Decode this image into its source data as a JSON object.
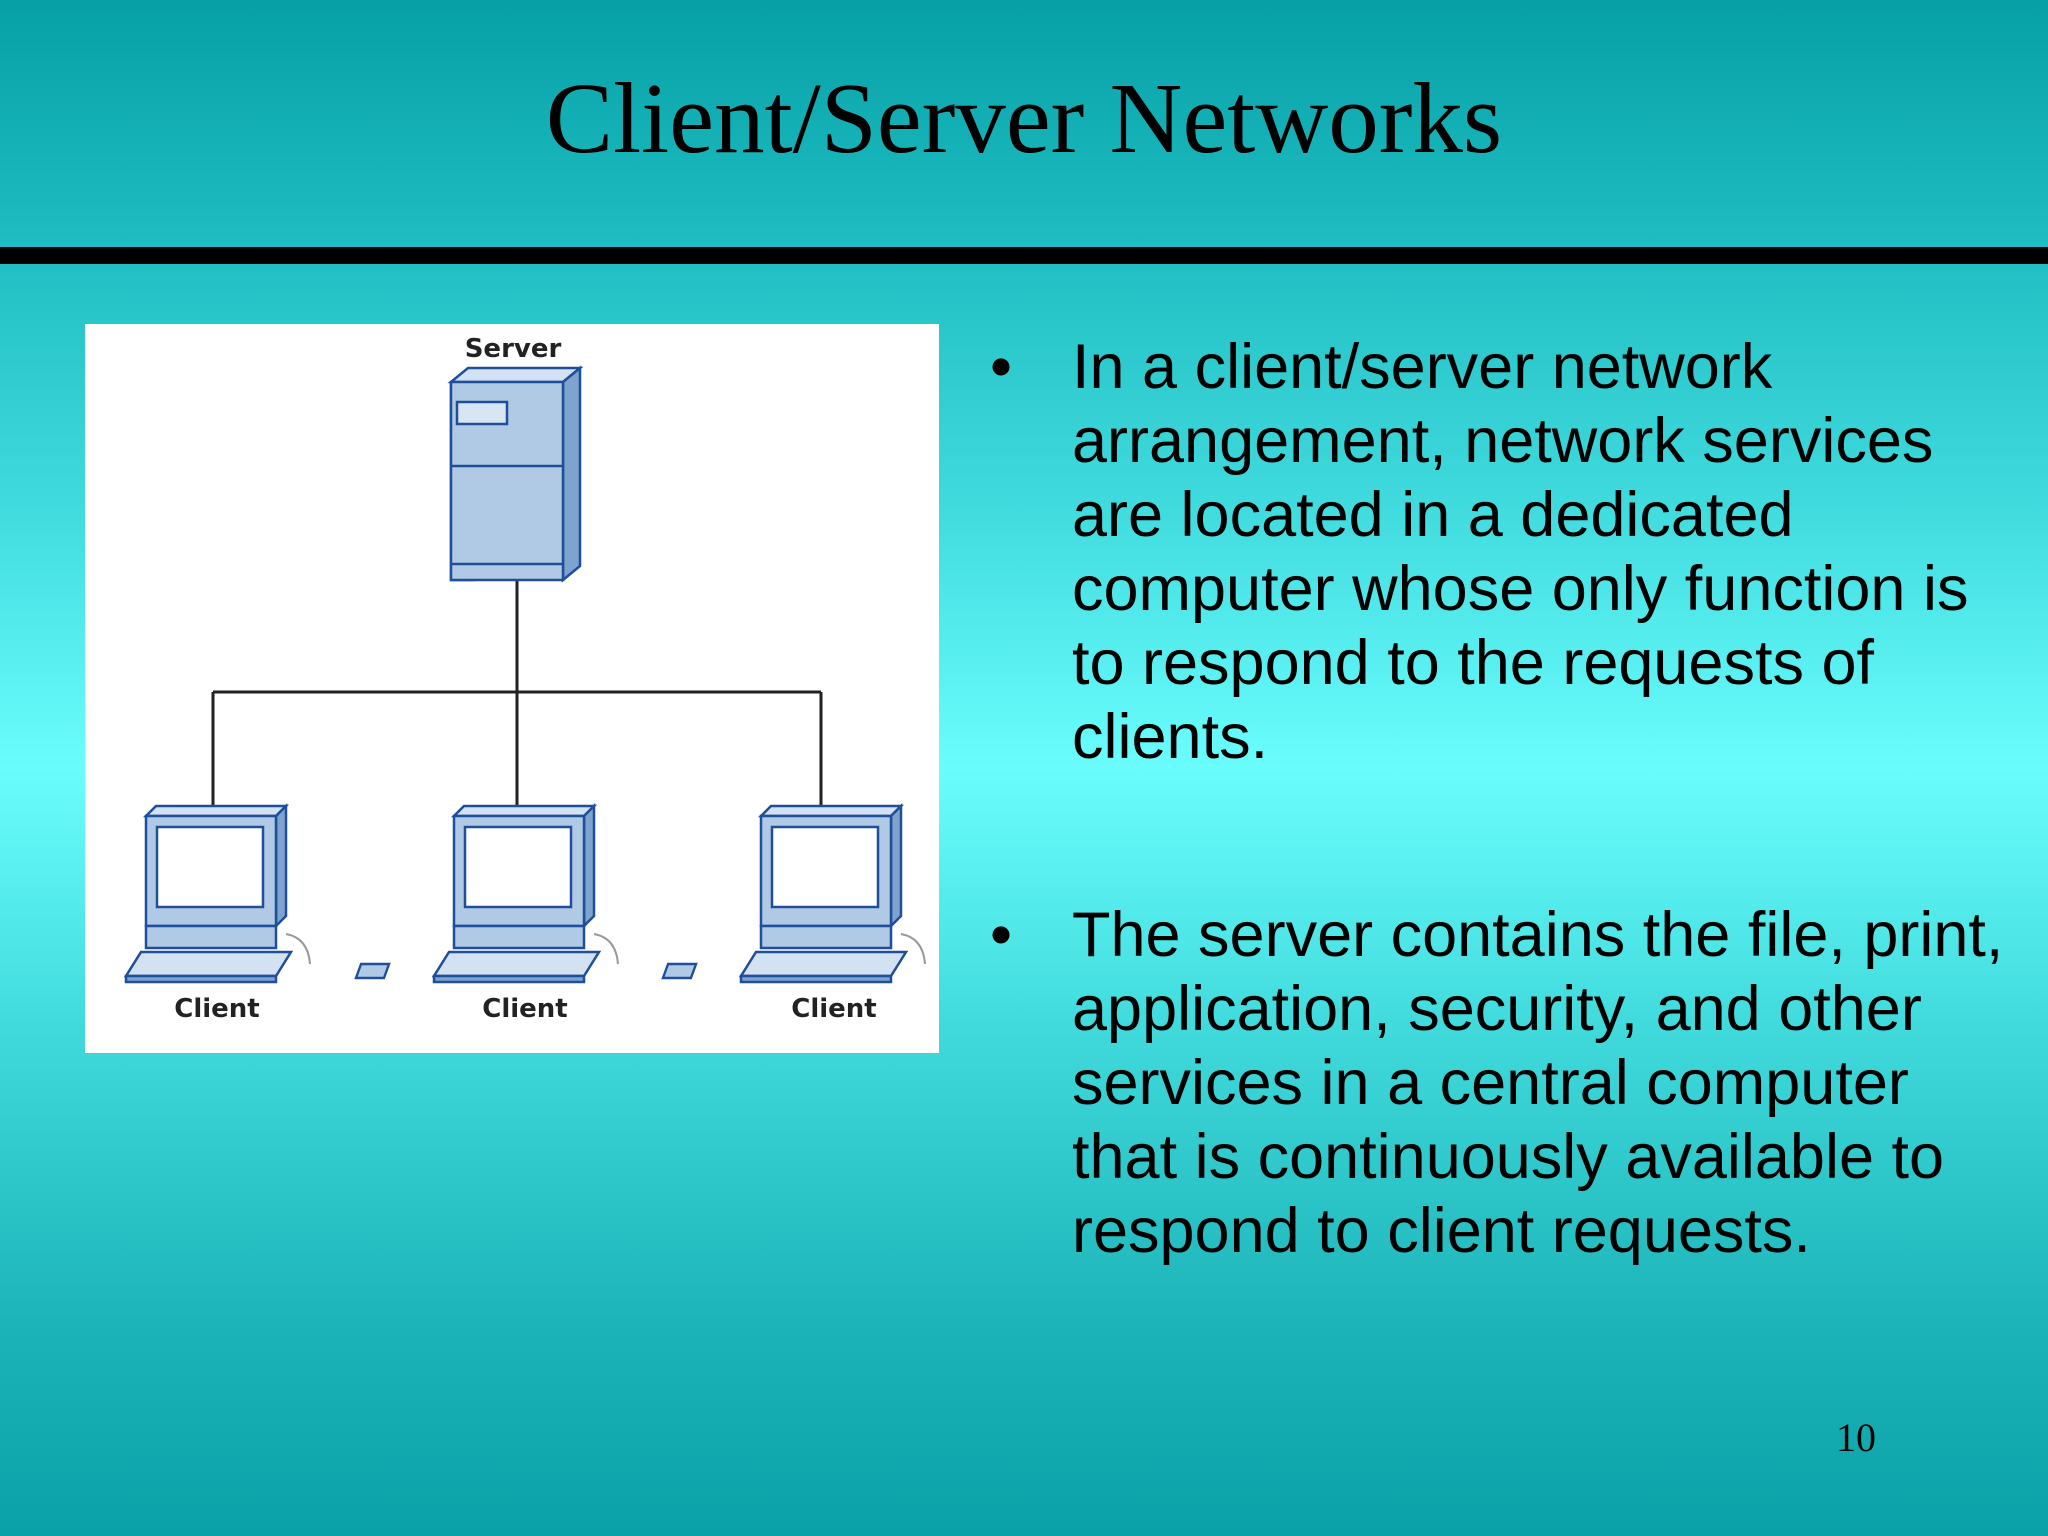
{
  "slide": {
    "title": "Client/Server Networks",
    "page_number": "10",
    "bullet_glyph": "•",
    "bullets": [
      "In a client/server network arrangement, network services are located in a dedicated computer whose only function is to respond to the requests of clients.",
      "The server contains the file, print, application, security, and other services in a central computer that is continuously available to respond to client requests."
    ]
  },
  "diagram": {
    "server_label": "Server",
    "client_labels": [
      "Client",
      "Client",
      "Client"
    ],
    "icons": [
      "server-tower-icon",
      "client-computer-icon"
    ],
    "colors": {
      "device_fill": "#b0cae6",
      "device_stroke": "#1f4e9a",
      "line": "#222222",
      "background": "#ffffff"
    }
  }
}
